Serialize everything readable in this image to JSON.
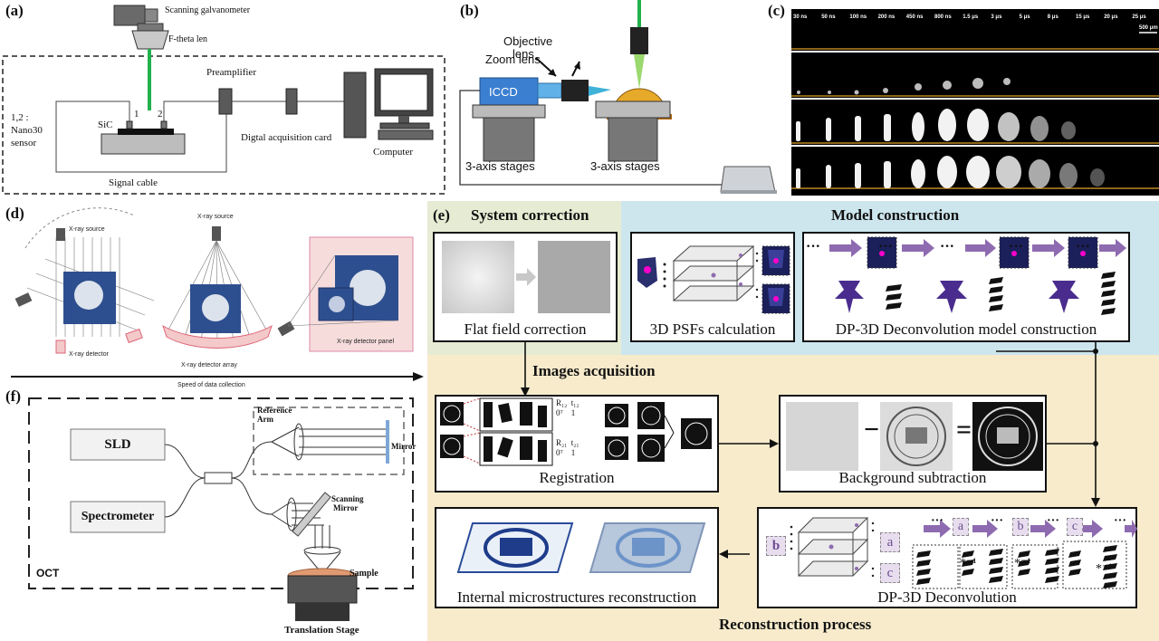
{
  "panel_labels": {
    "a": "(a)",
    "b": "(b)",
    "c": "(c)",
    "d": "(d)",
    "e": "(e)",
    "f": "(f)"
  },
  "panel_a": {
    "scanning_galvanometer": "Scanning galvanometer",
    "f_theta_lens": "F-theta len",
    "preamplifier": "Preamplifier",
    "sensor_label_line1": "1,2 :",
    "sensor_label_line2": "Nano30",
    "sensor_label_line3": "sensor",
    "sic": "SiC",
    "num1": "1",
    "num2": "2",
    "digital_card": "Digtal acquisition card",
    "computer": "Computer",
    "signal_cable": "Signal cable"
  },
  "panel_b": {
    "objective_lens_line1": "Objective",
    "objective_lens_line2": "lens",
    "zoom_lens": "Zoom lens",
    "iccd": "ICCD",
    "stage_left": "3-axis stages",
    "stage_right": "3-axis stages"
  },
  "panel_c": {
    "times": [
      "30 ns",
      "50 ns",
      "100 ns",
      "200 ns",
      "450 ns",
      "800 ns",
      "1.5 μs",
      "3 μs",
      "5 μs",
      "8 μs",
      "15 μs",
      "20 μs",
      "25 μs"
    ],
    "scale_bar": "500 μm"
  },
  "panel_d": {
    "xray_source_left": "X-ray source",
    "xray_detector_left": "X-ray detector",
    "xray_source_mid": "X-ray source",
    "xray_detector_array": "X-ray detector array",
    "xray_detector_panel": "X-ray detector panel",
    "speed_label": "Speed of data collection"
  },
  "panel_f": {
    "sld": "SLD",
    "spectrometer": "Spectrometer",
    "reference_arm_line1": "Reference",
    "reference_arm_line2": "Arm",
    "mirror": "Mirror",
    "scanning_mirror_line1": "Scanning",
    "scanning_mirror_line2": "Mirror",
    "sample": "Sample",
    "oct": "OCT",
    "translation_stage": "Translation Stage"
  },
  "panel_e": {
    "system_correction": "System correction",
    "model_construction": "Model construction",
    "flat_field": "Flat field correction",
    "psf_calc": "3D PSFs calculation",
    "dp3d_model": "DP-3D Deconvolution model construction",
    "images_acquisition": "Images acquisition",
    "registration": "Registration",
    "background_subtraction": "Background subtraction",
    "internal_recon": "Internal microstructures reconstruction",
    "dp3d_deconv": "DP-3D Deconvolution",
    "reconstruction_process": "Reconstruction process",
    "ellipsis": "···",
    "minus": "−",
    "equals": "=",
    "letter_a": "a",
    "letter_b": "b",
    "letter_c": "c",
    "inv_op": "*⁻¹",
    "mat_r12": "R₁₂",
    "mat_t12": "t₁₂",
    "mat_r21": "R₂₁",
    "mat_t21": "t₂₁",
    "mat_zero": "0ᵀ",
    "mat_one": "1"
  },
  "colors": {
    "green_bg": "#e6ebd3",
    "blue_bg": "#cde6ee",
    "tan_bg": "#f7ebcc",
    "purple": "#8e6bb0",
    "laser_green": "#22b14c",
    "iccd_blue": "#3b7fd0",
    "xray_blue": "#2e4f8f",
    "pink": "#f3c9c9",
    "orange_line": "#e3a22a"
  }
}
